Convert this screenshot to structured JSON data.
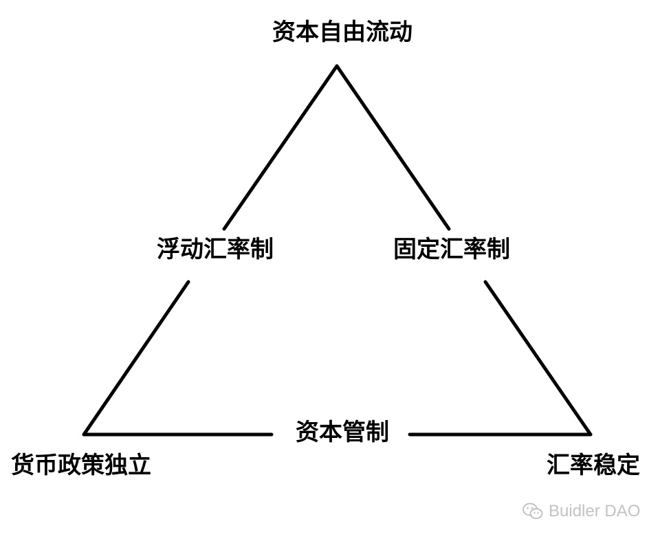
{
  "diagram": {
    "top_vertex": "资本自由流动",
    "left_edge_label": "浮动汇率制",
    "right_edge_label": "固定汇率制",
    "bottom_edge_label": "资本管制",
    "bottom_left_vertex": "货币政策独立",
    "bottom_right_vertex": "汇率稳定"
  },
  "watermark": {
    "text": "Buidler DAO",
    "icon": "wechat-icon",
    "color": "#c2c2c2"
  },
  "colors": {
    "line": "#000000",
    "text": "#000000",
    "background": "#ffffff"
  }
}
